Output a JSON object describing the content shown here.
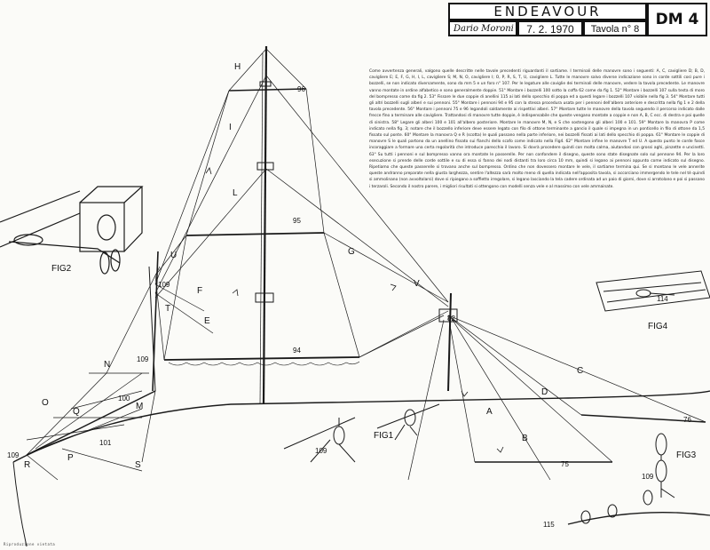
{
  "title_block": {
    "ship_name": "ENDEAVOUR",
    "author": "Dario Moroni",
    "date": "7. 2. 1970",
    "plate": "Tavola n° 8",
    "code": "DM 4"
  },
  "notes": "Come avvertenza generali, valgono quelle descritte nelle tavole precedenti riguardanti il sartiame. I terminali delle manovre sono i seguenti: A, C, cavigliere D; B, D, cavigliere E; E, F, G, H, I, L, cavigliere S; M, N, O, cavigliere I; O, P, R, S, T, U, cavigliere L. Tutte le manovre salvo diverse indicazione sono in corde sottili così pure i bozzelli, se non indicato diversamente, sono da mm 5 e un foro n° 107. Per le legature alle caviglie dei terminali delle manovre, vedere la tavola precedente. Le manovre vanno montate in ordine alfabetico e sono generalmente doppie. 51° Montare i bozzelli 100 sotto la coffa 62 come da fig 1. 52° Montare i bozzelli 107 sulla testa di moro del bompresso come da fig 2. 53° Fissare le due coppie di anellini 115 ai lati dello specchio di poppa ed a questi legare i bozzelli 107 visibile nella fig 3. 54° Montare tutti gli altri bozzelli sugli alberi e sui pennoni. 55° Montare i pennoni 94 e 95 con la stessa procedura usata per i pennoni dell'albero anteriore e descritta nella fig 1 e 2 della tavola precedente. 56° Montare i pennoni 75 e 96 legandoli saldamente ai rispettivi alberi. 57° Montare tutte le manovre della tavola seguendo il percorso indicato dalle frecce fino a terminare alle cavigliere. Trattandosi di manovre tutte doppie, è indispensabile che queste vengano montate a coppie e non A, B, C ecc. di destra e poi quelle di sinistra. 58° Legare gli alberi 100 e 101 all'albero posteriore. Montare le manovre M, N, e S che sostengono gli alberi 100 e 101. 59° Montare la manovra P come indicato nella fig. 3; notare che il bozzello inferiore deve essere legato con filo di ottone terminante a gancio il quale si impegna in un ponticello in filo di ottone da 1,5 fissato sul ponte. 60° Montare la manovra Q e R (scotta) le quali passano nella parte inferiore, nei bozzelli fissati ai lati dello specchio di poppa. 61° Montare le coppie di manovre S le quali partono da un anellino fissato sui fianchi dello scafo come indicato nella Fig4. 62° Montare infine le manovre T ed U. A questo punto le corde fasce incoraggiare a formare una certa regolarità che introduce parecchio il lavoro. Si dovrà procedere quindi con molta calma, aiutandosi con grossi aghi, pinzette e uncinetti. 63° Su tutti i pennoni e sul bompresso vanno ora montate le passerelle. Per non confondere il disegno, queste sono state disegnate solo sul pennone 94. Per la loro esecuzione si prende delle corde sottile e su di essa si fanno dei nodi distanti tra loro circa 10 mm, quindi si legano ai pennoni appunto come indicato sul disegno. Ripetiamo che queste passerelle si trovano anche sul bompresso. Ordino che non dovessero montare le vele, il sartiame termina qui. Se si montano le vele annerite queste andranno preparate nella giusta larghezza, sentire l'altezza sarà molto meno di quella indicata nell'apposita tavola, si accorciano immergendo le tele nel tè quindi si ammolinano (non avvoltolarsi) dove si ripiegano a soffietto irregolare, si legano lasciando la tela cadere ordinata ad un paio di giorni, dove si arrotolano e poi si passano i terzaroli. Secondo il nostro parere, i migliori risultati si ottengono con modelli senza vele e al massimo con vele ammainate.",
  "labels": {
    "rigging_letters": [
      "H",
      "I",
      "L",
      "U",
      "F",
      "T",
      "E",
      "N",
      "O",
      "Q",
      "M",
      "R",
      "P",
      "S",
      "G",
      "V",
      "C",
      "D",
      "A",
      "B"
    ],
    "part_numbers": [
      "96",
      "95",
      "94",
      "82",
      "109",
      "100",
      "101",
      "75",
      "76",
      "114",
      "115"
    ],
    "figures": [
      "FIG2",
      "FIG1",
      "FIG3",
      "FIG4"
    ]
  },
  "footer": "Riproduzione vietata"
}
